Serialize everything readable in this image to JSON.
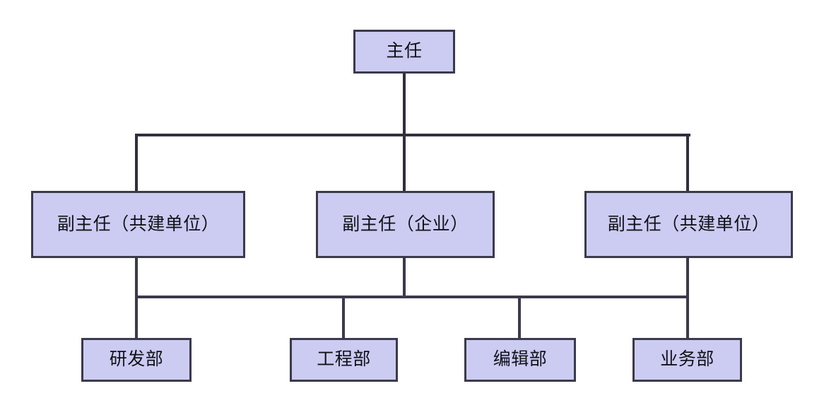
{
  "diagram": {
    "type": "organizational-chart",
    "title_text": "",
    "colors": {
      "box_fill": "#ccccf2",
      "box_border": "#3a3a4c",
      "connector": "#2f2f3d",
      "background": "#ffffff",
      "text": "#111118"
    },
    "levels": [
      {
        "level": 1,
        "name": "director",
        "nodes": [
          {
            "id": "director",
            "label": "主任"
          }
        ]
      },
      {
        "level": 2,
        "name": "deputy-directors",
        "nodes": [
          {
            "id": "deputy-left",
            "label": "副主任（共建单位）"
          },
          {
            "id": "deputy-center",
            "label": "副主任（企业）"
          },
          {
            "id": "deputy-right",
            "label": "副主任（共建单位）"
          }
        ]
      },
      {
        "level": 3,
        "name": "departments",
        "nodes": [
          {
            "id": "dept-rd",
            "label": "研发部"
          },
          {
            "id": "dept-engineering",
            "label": "工程部"
          },
          {
            "id": "dept-editorial",
            "label": "编辑部"
          },
          {
            "id": "dept-business",
            "label": "业务部"
          }
        ]
      }
    ]
  }
}
